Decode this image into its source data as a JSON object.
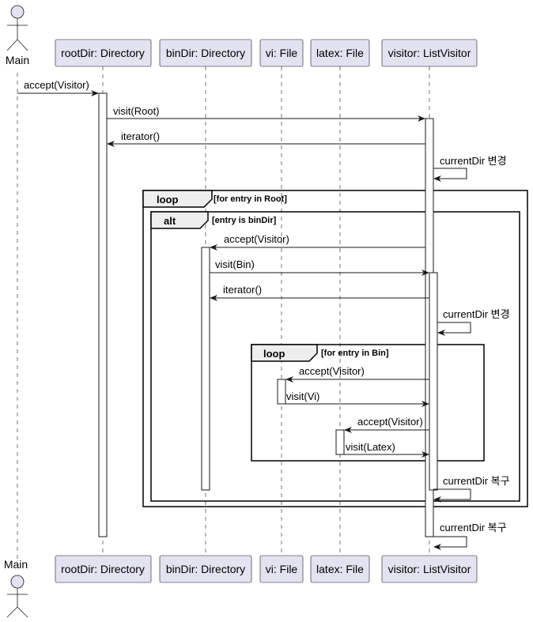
{
  "participants": {
    "main": "Main",
    "root_dir": "rootDir: Directory",
    "bin_dir": "binDir: Directory",
    "vi": "vi: File",
    "latex": "latex: File",
    "visitor": "visitor: ListVisitor"
  },
  "messages": {
    "m1": "accept(Visitor)",
    "m2": "visit(Root)",
    "m3": "iterator()",
    "m4": "currentDir 변경",
    "m5": "accept(Visitor)",
    "m6": "visit(Bin)",
    "m7": "iterator()",
    "m8": "currentDir 변경",
    "m9": "accept(Visitor)",
    "m10": "visit(Vi)",
    "m11": "accept(Visitor)",
    "m12": "visit(Latex)",
    "m13": "currentDir 복구",
    "m14": "currentDir 복구"
  },
  "frames": {
    "outer_loop": {
      "keyword": "loop",
      "condition": "[for entry in Root]"
    },
    "alt": {
      "keyword": "alt",
      "condition": "[entry is binDir]"
    },
    "inner_loop": {
      "keyword": "loop",
      "condition": "[for entry in Bin]"
    }
  },
  "colors": {
    "participant_fill": "#E2E2F0",
    "line": "#181818",
    "frame_tab": "#EEEEEE"
  }
}
